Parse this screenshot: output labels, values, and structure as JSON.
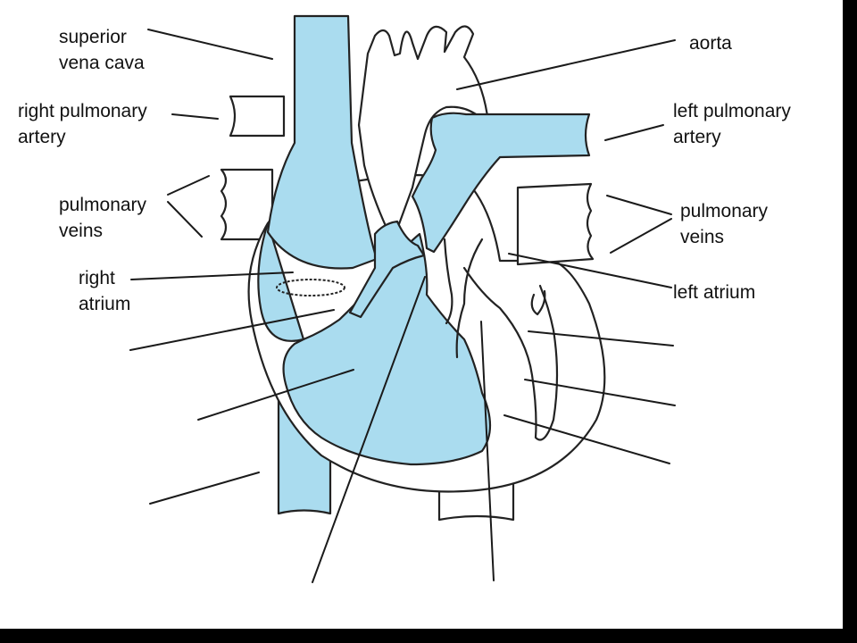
{
  "colors": {
    "blood_fill": "#aadcef",
    "outline": "#222222",
    "frame": "#000000"
  },
  "labels": {
    "superior_vena_cava": "superior\nvena cava",
    "aorta": "aorta",
    "right_pulmonary_artery": "right pulmonary\nartery",
    "left_pulmonary_artery": "left pulmonary\nartery",
    "pulmonary_veins_left": "pulmonary\nveins",
    "pulmonary_veins_right": "pulmonary\nveins",
    "right_atrium": "right\natrium",
    "left_atrium": "left atrium"
  }
}
